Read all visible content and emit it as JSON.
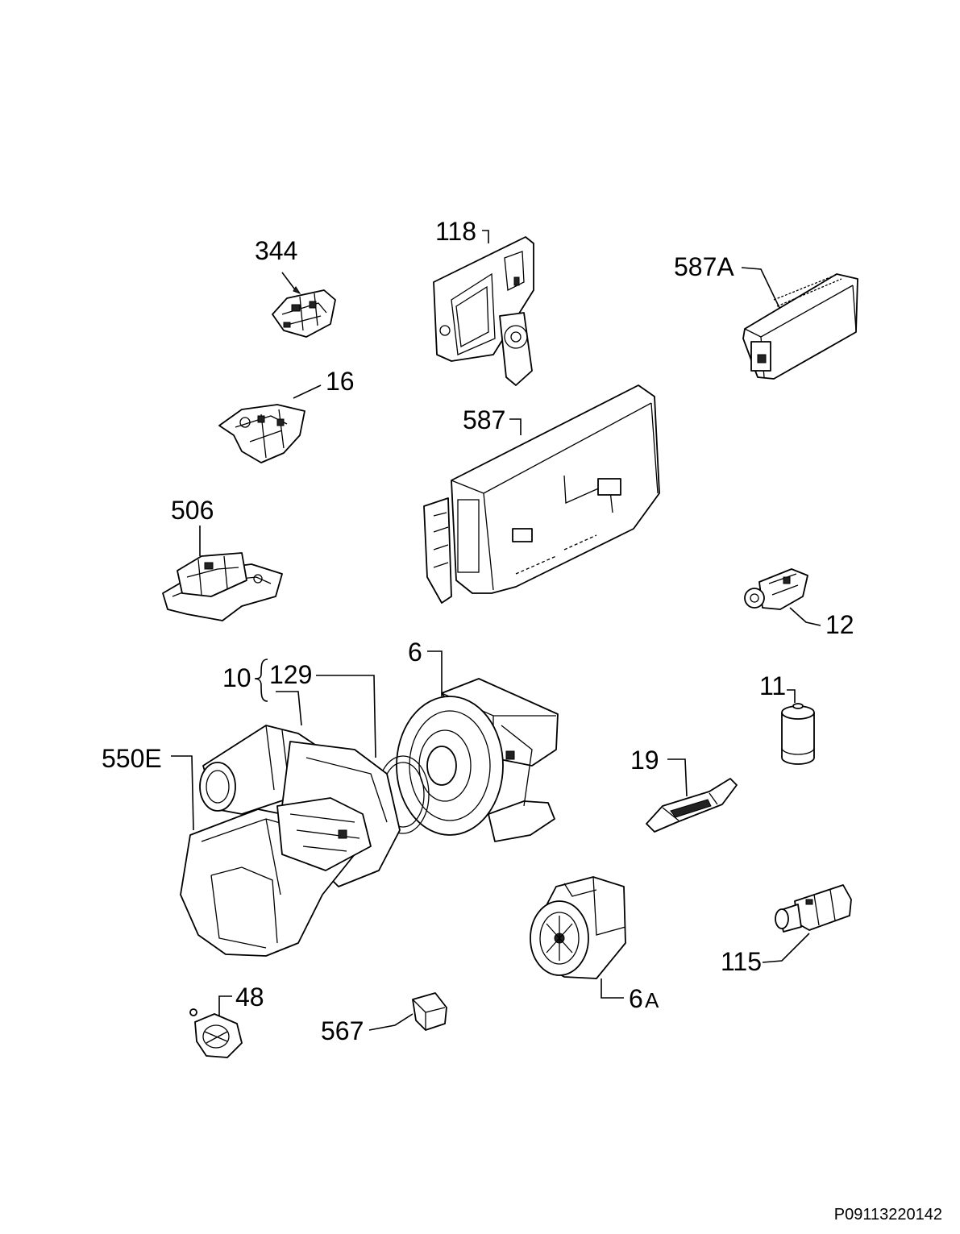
{
  "diagram": {
    "labels": {
      "p344": "344",
      "p118": "118",
      "p587A": "587A",
      "p16": "16",
      "p587": "587",
      "p506": "506",
      "p12": "12",
      "p6": "6",
      "p10": "10",
      "p129": "129",
      "p11": "11",
      "p550E": "550E",
      "p19": "19",
      "p115": "115",
      "p48": "48",
      "p567": "567",
      "p6A_num": "6",
      "p6A_letter": "A"
    },
    "document_id": "P09113220142"
  }
}
